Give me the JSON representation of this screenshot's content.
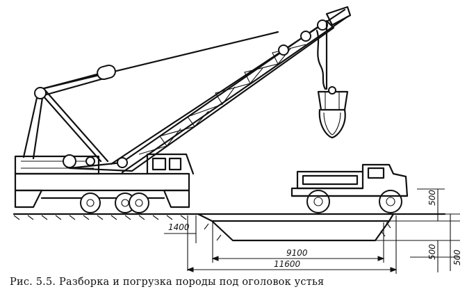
{
  "figure": {
    "caption": "Рис. 5.5. Разборка и погрузка породы под оголовок устья",
    "dimensions": {
      "d1400": "1400",
      "d9100": "9100",
      "d11600": "11600",
      "d500_top": "500",
      "d500_mid": "500",
      "d500_bottom": "500"
    }
  }
}
